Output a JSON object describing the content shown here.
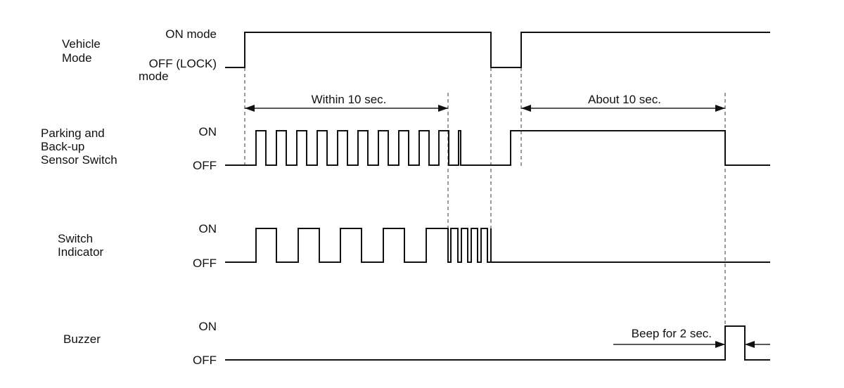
{
  "signals": {
    "vehicle_mode": {
      "name_line1": "Vehicle",
      "name_line2": "Mode",
      "high_label": "ON mode",
      "low_label_line1": "OFF (LOCK)",
      "low_label_line2": "mode"
    },
    "sensor_switch": {
      "name_line1": "Parking and",
      "name_line2": "Back-up",
      "name_line3": "Sensor Switch",
      "high_label": "ON",
      "low_label": "OFF"
    },
    "switch_indicator": {
      "name_line1": "Switch",
      "name_line2": "Indicator",
      "high_label": "ON",
      "low_label": "OFF"
    },
    "buzzer": {
      "name": "Buzzer",
      "high_label": "ON",
      "low_label": "OFF"
    }
  },
  "annotations": {
    "within": "Within 10 sec.",
    "about": "About 10 sec.",
    "beep": "Beep for 2 sec."
  }
}
